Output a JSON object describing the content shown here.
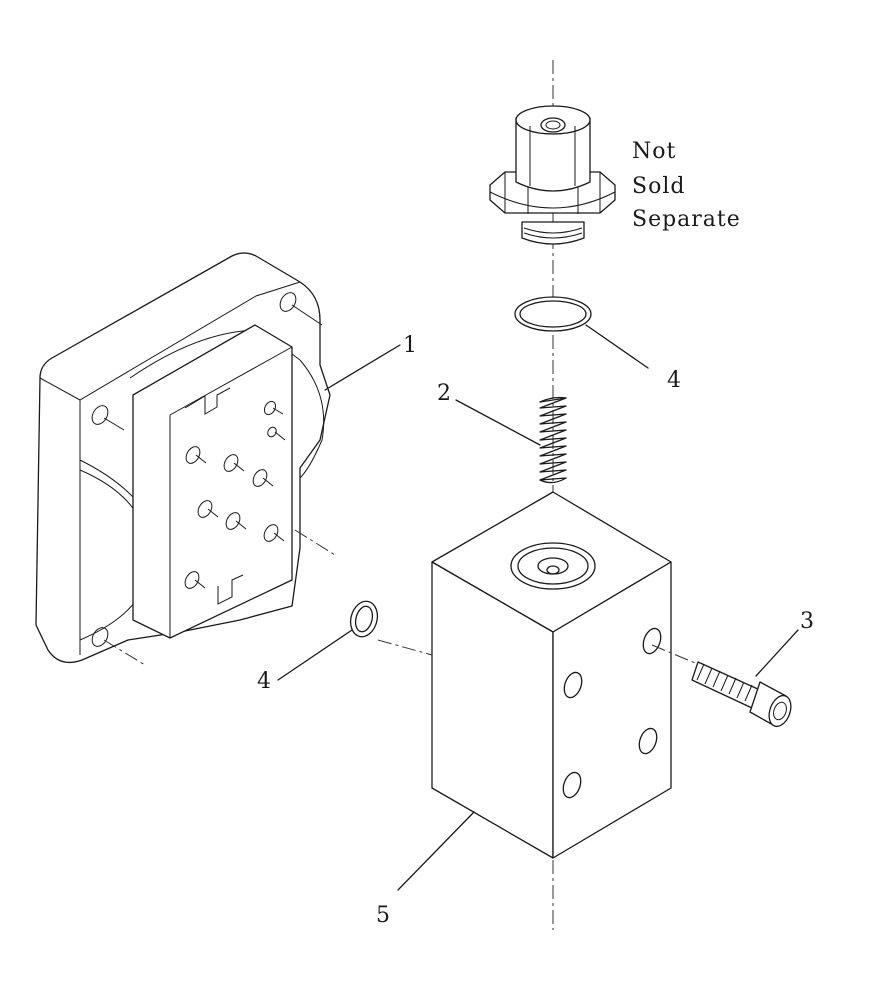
{
  "diagram": {
    "note_lines": [
      "Not",
      "Sold",
      "Separate"
    ],
    "callouts": [
      {
        "id": "1",
        "label": "1"
      },
      {
        "id": "2",
        "label": "2"
      },
      {
        "id": "3",
        "label": "3"
      },
      {
        "id": "4a",
        "label": "4"
      },
      {
        "id": "4b",
        "label": "4"
      },
      {
        "id": "5",
        "label": "5"
      }
    ]
  }
}
